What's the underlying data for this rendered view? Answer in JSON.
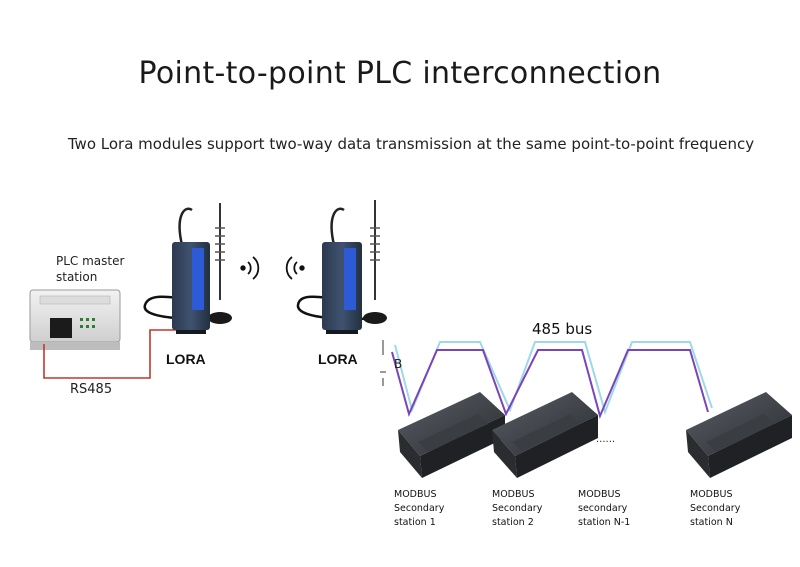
{
  "title": "Point-to-point PLC interconnection",
  "subtitle": "Two Lora modules support two-way data transmission at the same point-to-point frequency",
  "plc_master": {
    "line1": "PLC master",
    "line2": "station"
  },
  "rs485_label": "RS485",
  "lora_left": "LORA",
  "lora_right": "LORA",
  "bus_label": "485 bus",
  "terminal_b": "B",
  "ellipsis": "......",
  "stations": [
    {
      "line1": "MODBUS",
      "line2": "Secondary",
      "line3": "station 1"
    },
    {
      "line1": "MODBUS",
      "line2": "Secondary",
      "line3": "station 2"
    },
    {
      "line1": "MODBUS",
      "line2": "secondary",
      "line3": "station N-1"
    },
    {
      "line1": "MODBUS",
      "line2": "Secondary",
      "line3": "station N"
    }
  ],
  "colors": {
    "bus_cyan": "#9fd8e6",
    "bus_purple": "#7a45b8",
    "rs485_wire": "#c0392b"
  }
}
